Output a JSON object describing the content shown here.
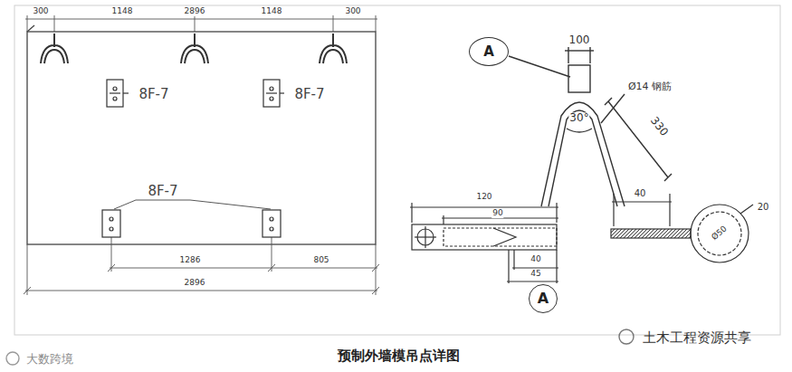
{
  "diagram": {
    "caption": "预制外墙模吊点详图",
    "nodes": [
      {
        "text": [
          "A"
        ]
      },
      {
        "text": [
          "A"
        ]
      }
    ],
    "labels": [
      "300",
      "1148",
      "2896",
      "1148",
      "300",
      "8F-7",
      "8F-7",
      "8F-7",
      "1286",
      "805",
      "2896",
      "100",
      "Ø14 钢筋",
      "30°",
      "330",
      "120",
      "90",
      "40",
      "45",
      "40",
      "20",
      "Ø50",
      "大数跨境",
      "土木工程资源共享"
    ]
  }
}
